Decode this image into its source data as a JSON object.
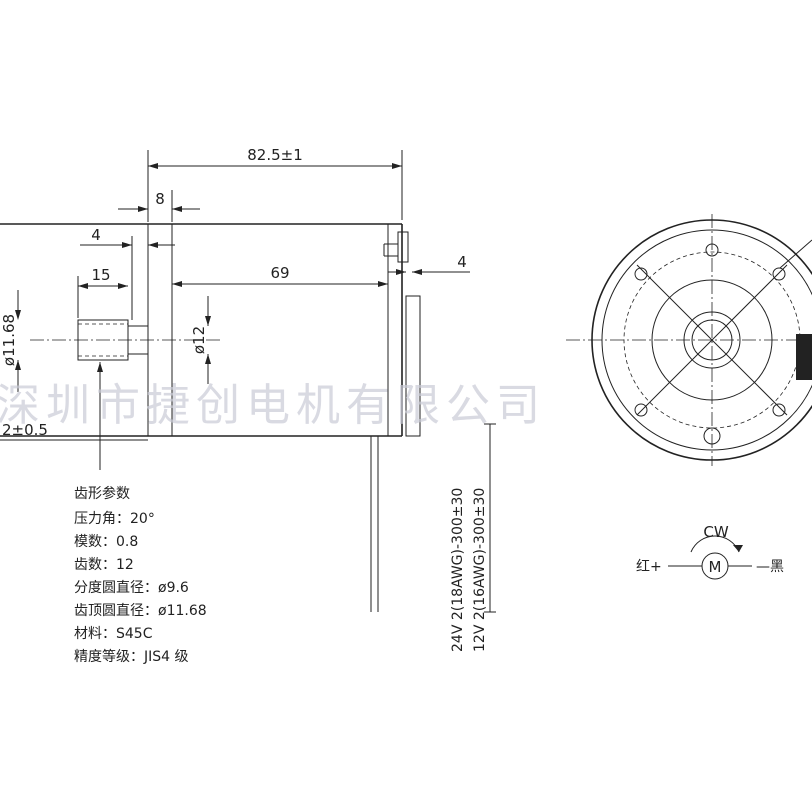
{
  "dimensions": {
    "overall_length": "82.5±1",
    "flange_width": "8",
    "left_offset": "4",
    "right_offset": "4",
    "gear_length": "15",
    "body_length": "69",
    "gear_dia": "ø11.68",
    "boss_dia": "ø12",
    "gear_tol": "2±0.5"
  },
  "watermark": "深圳市捷创电机有限公司",
  "gear_spec": {
    "title": "齿形参数",
    "lines": [
      "压力角：20°",
      "模数：0.8",
      "齿数：12",
      "分度圆直径：ø9.6",
      "齿顶圆直径：ø11.68",
      "材料：S45C",
      "精度等级：JIS4 级"
    ]
  },
  "wire_labels": [
    "24V  2(18AWG)-300±30",
    "12V  2(16AWG)-300±30"
  ],
  "rotation": {
    "direction": "CW",
    "motor_symbol": "M",
    "positive_lead": "红+",
    "negative_lead": "—黑"
  }
}
